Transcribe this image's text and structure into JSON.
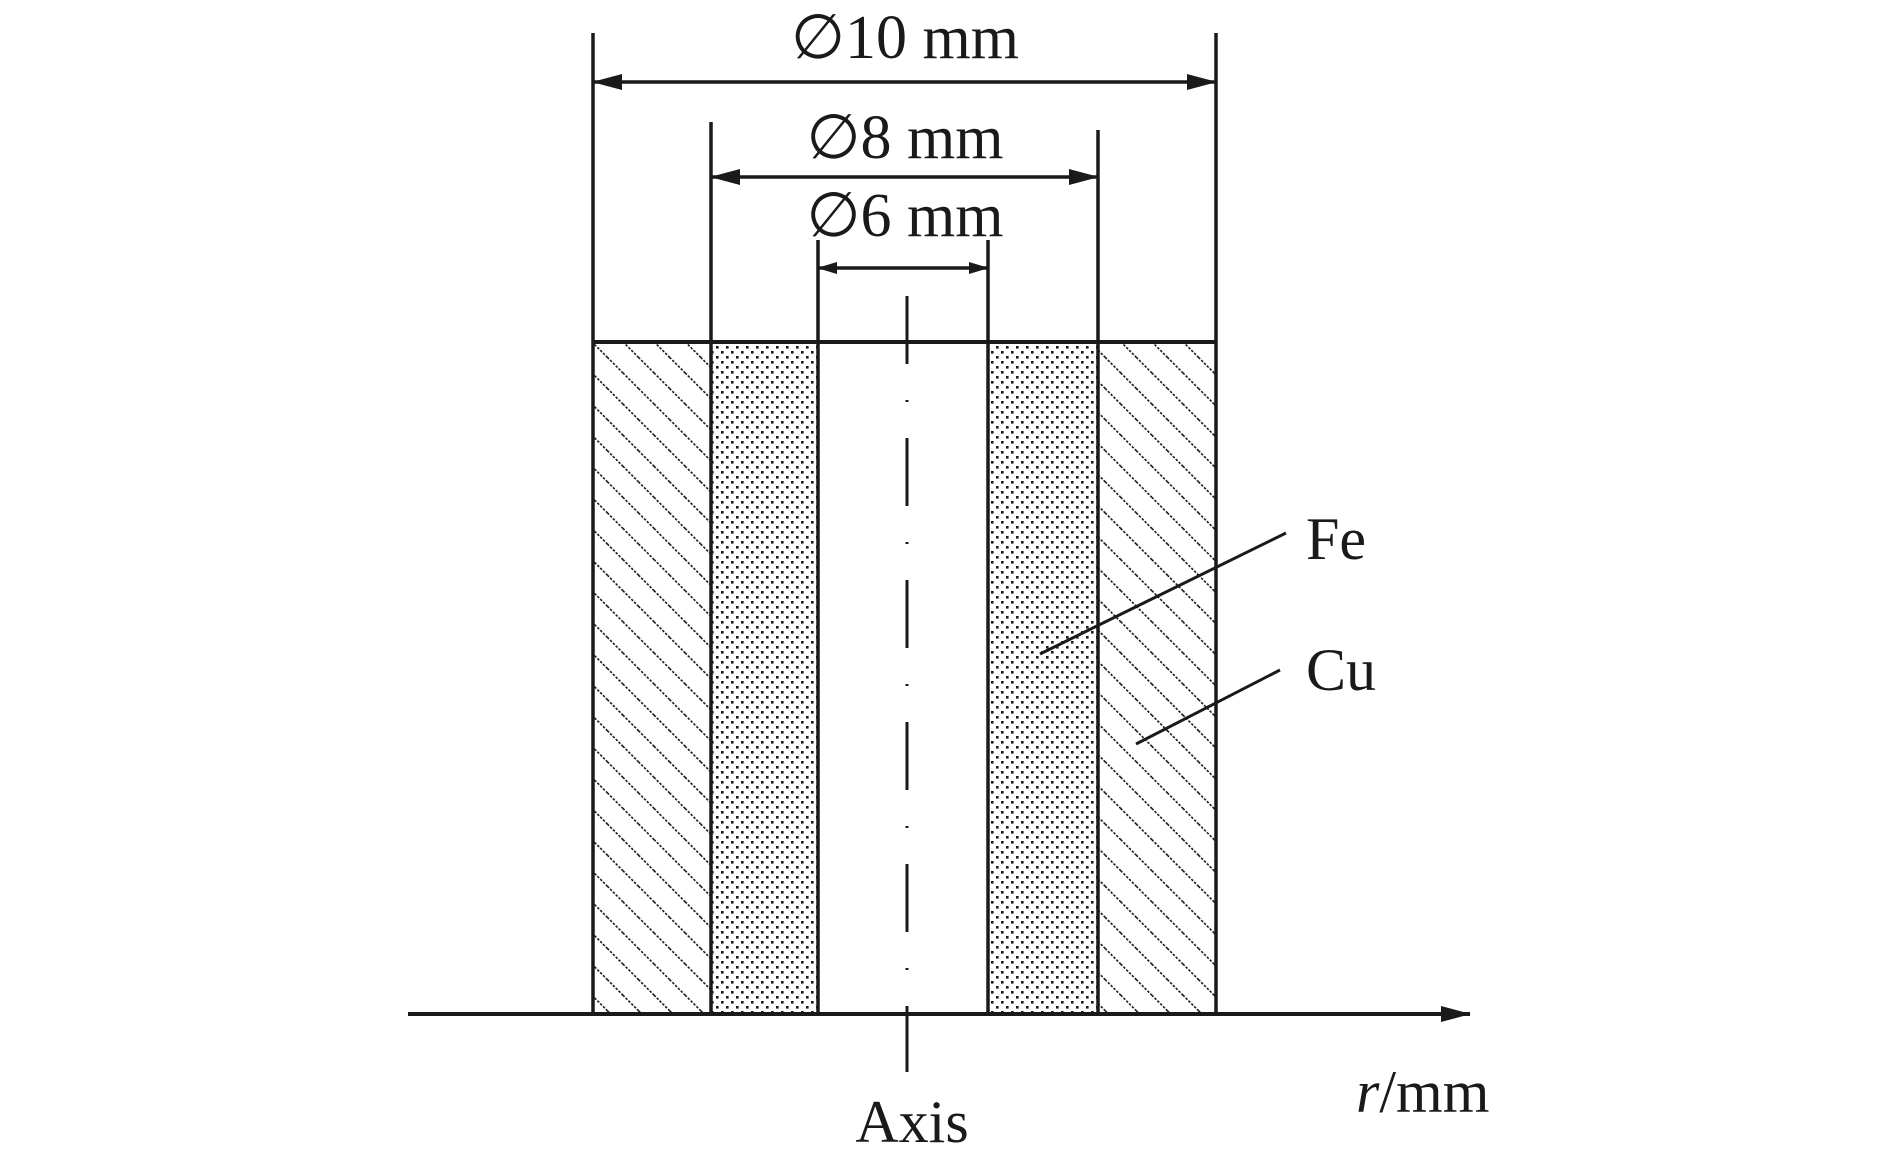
{
  "dimensions": {
    "outer": "∅10 mm",
    "middle": "∅8 mm",
    "inner": "∅6 mm"
  },
  "materials": {
    "iron": "Fe",
    "copper": "Cu"
  },
  "axis": {
    "center_label": "Axis",
    "radial_var": "r",
    "radial_unit": "/mm"
  }
}
